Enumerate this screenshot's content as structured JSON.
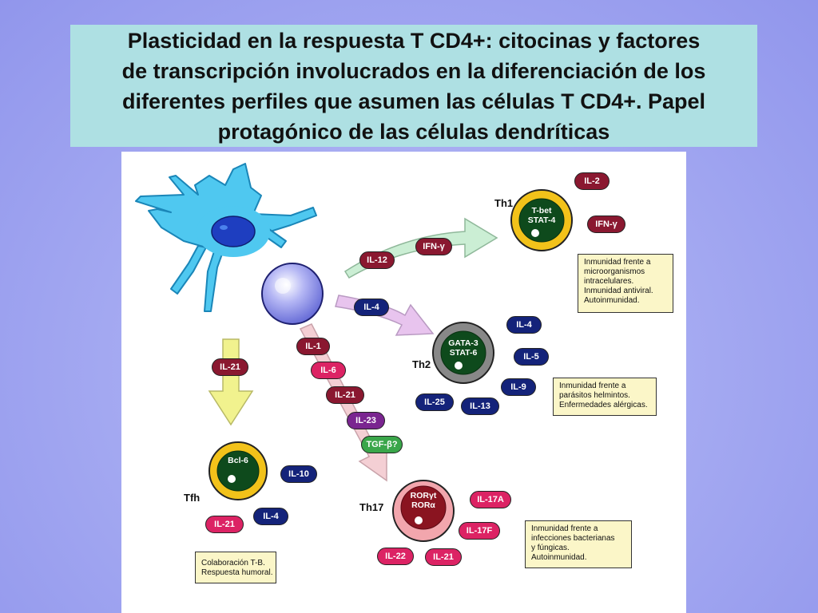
{
  "title": {
    "lines": [
      "Plasticidad en la respuesta T CD4+: citocinas y factores",
      "de transcripción involucrados en la diferenciación de los",
      "diferentes perfiles que asumen las células T CD4+. Papel",
      "protagónico de las células dendríticas"
    ]
  },
  "pathway_th1": {
    "label": "Th1",
    "nucleus": [
      "T-bet",
      "STAT-4"
    ],
    "input_cytokines": [
      "IL-12",
      "IFN-γ"
    ],
    "output_cytokines": [
      "IL-2",
      "IFN-γ"
    ],
    "note": [
      "Inmunidad frente a",
      "microorganismos",
      "intracelulares.",
      "Inmunidad antiviral.",
      "Autoinmunidad."
    ]
  },
  "pathway_th2": {
    "label": "Th2",
    "nucleus": [
      "GATA-3",
      "STAT-6"
    ],
    "input_cytokines": [
      "IL-4"
    ],
    "output_cytokines": [
      "IL-4",
      "IL-5",
      "IL-9",
      "IL-13",
      "IL-25"
    ],
    "note": [
      "Inmunidad frente a",
      "parásitos helmintos.",
      "Enfermedades alérgicas."
    ]
  },
  "pathway_th17": {
    "label": "Th17",
    "nucleus": [
      "RORγt",
      "RORα"
    ],
    "input_cytokines": [
      "IL-1",
      "IL-6",
      "IL-21",
      "IL-23",
      "TGF-β?"
    ],
    "output_cytokines": [
      "IL-17A",
      "IL-17F",
      "IL-21",
      "IL-22"
    ],
    "note": [
      "Inmunidad frente a",
      "infecciones bacterianas",
      "y fúngicas.",
      "Autoinmunidad."
    ]
  },
  "pathway_tfh": {
    "label": "Tfh",
    "nucleus": [
      "Bcl-6"
    ],
    "input_cytokines": [
      "IL-21"
    ],
    "output_cytokines": [
      "IL-10",
      "IL-4",
      "IL-21"
    ],
    "note": [
      "Colaboración T-B.",
      "Respuesta humoral."
    ]
  },
  "colors": {
    "dendritic_cell": "#4fc8f0",
    "th1": "#f2c21a",
    "th2": "#888888",
    "th17": "#f2a6ad",
    "tfh": "#f2c21a",
    "nucleus": "#0e4a1c"
  }
}
